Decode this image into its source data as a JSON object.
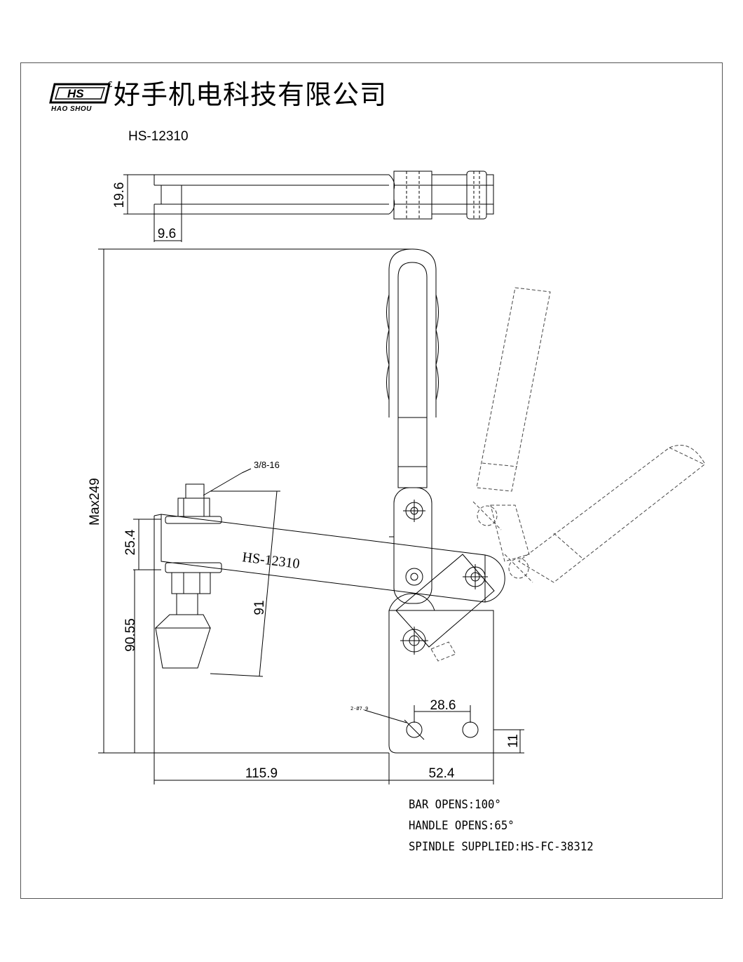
{
  "header": {
    "logo_text": "HS",
    "brand_sub": "HAO SHOU",
    "company_name": "好手机电科技有限公司",
    "model": "HS-12310"
  },
  "dimensions": {
    "top_height": "19.6",
    "top_width": "9.6",
    "max_height": "Max249",
    "bar_width": "25.4",
    "base_height": "90.55",
    "spindle_reach": "91",
    "thread": "3/8-16",
    "hole_spec": "2-Ø7.9",
    "hole_spacing": "28.6",
    "hole_offset": "11",
    "length_left": "115.9",
    "length_right": "52.4"
  },
  "engraving": "HS-12310",
  "specs": [
    "BAR OPENS:100°",
    "HANDLE OPENS:65°",
    "SPINDLE SUPPLIED:HS-FC-38312"
  ]
}
